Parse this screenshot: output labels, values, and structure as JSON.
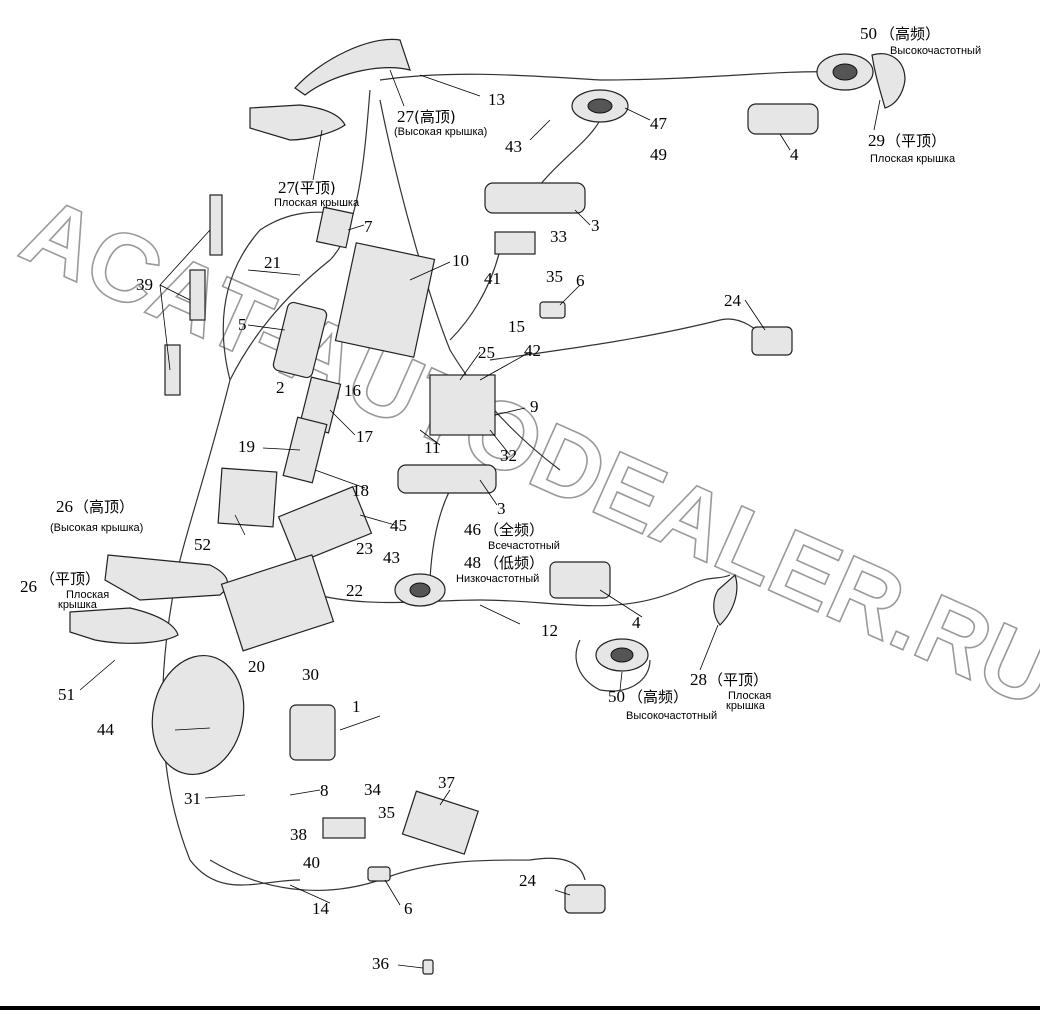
{
  "watermark": "ACAT-AUTODEALER.RU",
  "part_labels": {
    "p1": "1",
    "p2": "2",
    "p3a": "3",
    "p3b": "3",
    "p4a": "4",
    "p4b": "4",
    "p5": "5",
    "p6a": "6",
    "p6b": "6",
    "p7": "7",
    "p8": "8",
    "p9": "9",
    "p10": "10",
    "p11": "11",
    "p12": "12",
    "p13": "13",
    "p14": "14",
    "p15": "15",
    "p16": "16",
    "p17": "17",
    "p18": "18",
    "p19": "19",
    "p20": "20",
    "p21": "21",
    "p22": "22",
    "p23": "23",
    "p24a": "24",
    "p24b": "24",
    "p25": "25",
    "p26a": "26",
    "p26b": "26",
    "p27a": "27",
    "p27b": "27",
    "p28": "28",
    "p29": "29",
    "p30": "30",
    "p31": "31",
    "p32": "32",
    "p33": "33",
    "p34": "34",
    "p35a": "35",
    "p35b": "35",
    "p36": "36",
    "p37": "37",
    "p38": "38",
    "p39": "39",
    "p40": "40",
    "p41": "41",
    "p42": "42",
    "p43a": "43",
    "p43b": "43",
    "p44": "44",
    "p45": "45",
    "p46": "46",
    "p47": "47",
    "p48": "48",
    "p49": "49",
    "p50a": "50",
    "p50b": "50",
    "p51": "51",
    "p52": "52"
  },
  "captions": {
    "high_freq_cn": "（高频）",
    "high_freq_ru": "Высокочастотный",
    "flat_top_cn": "（平顶）",
    "flat_top_cn_short": "(平顶)",
    "flat_cover_ru": "Плоская крышка",
    "flat_ru_line1": "Плоская",
    "flat_ru_line2": "крышка",
    "high_top_cn": "（高顶）",
    "high_top_cn_short": "(高顶)",
    "high_cover_ru": "(Высокая крышка)",
    "full_freq_cn": "（全频）",
    "full_freq_ru": "Всечастотный",
    "low_freq_cn": "（低频）",
    "low_freq_ru": "Низкочастотный"
  }
}
